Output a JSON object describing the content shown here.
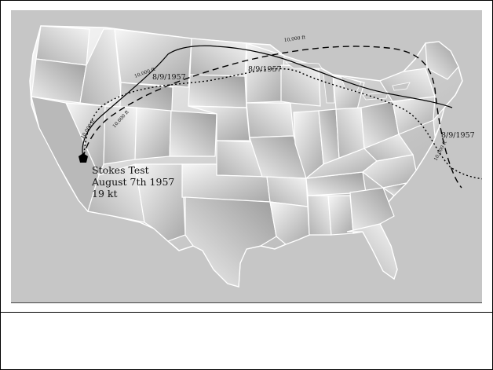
{
  "map": {
    "origin_marker": "pentagon-marker",
    "test_label": {
      "name": "Stokes Test",
      "date": "August 7th 1957",
      "yield": "19 kt"
    },
    "trajectory_date_labels": [
      "8/9/1957",
      "8/9/1957",
      "8/9/1957"
    ],
    "altitude_labels": [
      "10,000 ft",
      "10,000 ft",
      "10,000 ft",
      "10,000 ft",
      "10,000 ft"
    ],
    "colors": {
      "land_light": "#f4f4f4",
      "land_dark": "#9a9a9a",
      "border": "#ffffff",
      "track": "#000000"
    },
    "line_styles": [
      "solid",
      "dashed",
      "dotted"
    ]
  }
}
